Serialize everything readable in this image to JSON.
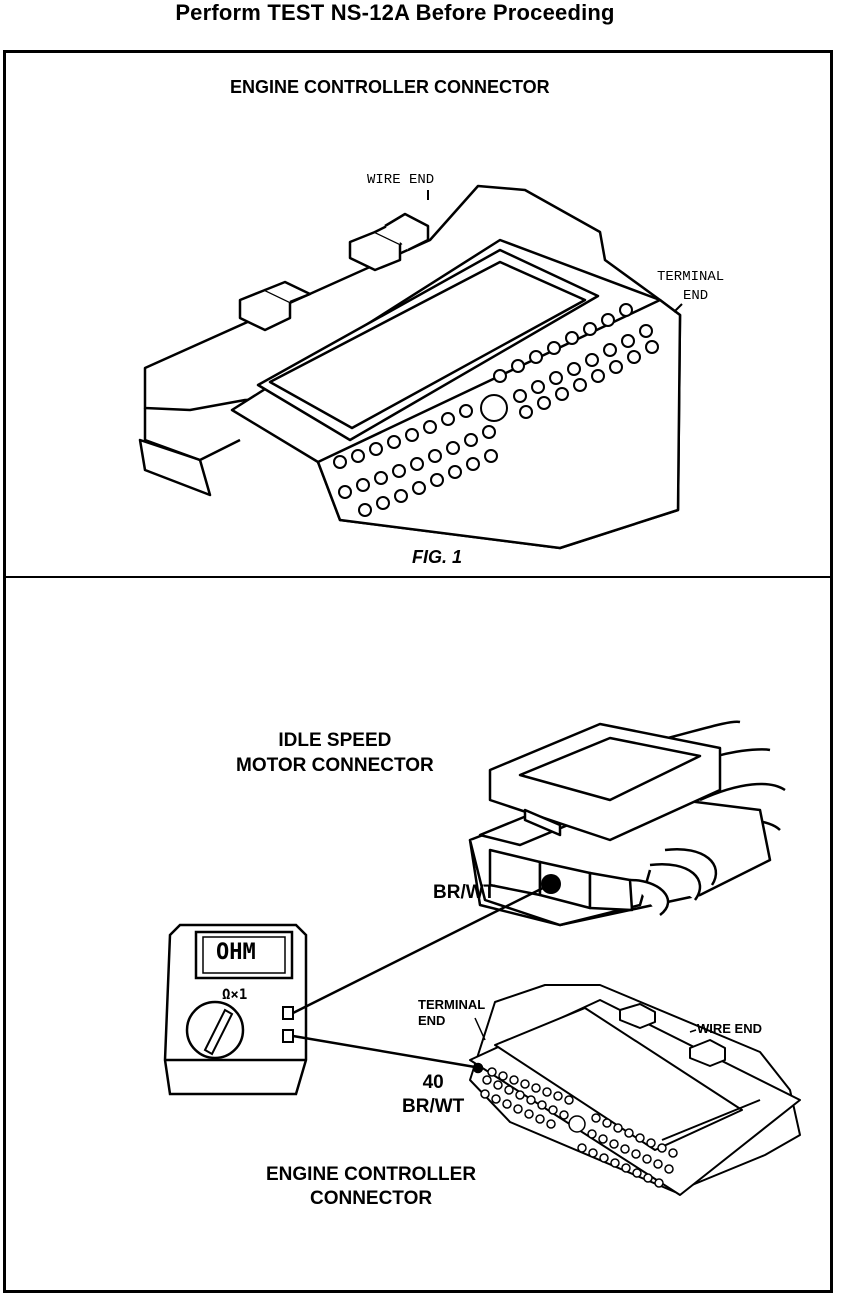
{
  "header": {
    "title": "Perform TEST NS-12A Before Proceeding"
  },
  "figure1": {
    "title": "ENGINE CONTROLLER CONNECTOR",
    "wire_end_label": "WIRE END",
    "terminal_end_label_line1": "TERMINAL",
    "terminal_end_label_line2": "END",
    "caption": "FIG. 1"
  },
  "figure2": {
    "isc_label_line1": "IDLE SPEED",
    "isc_label_line2": "MOTOR CONNECTOR",
    "isc_wire_label": "BR/WT",
    "meter_display": "OHM",
    "meter_range": "Ω×1",
    "terminal_end_label_line1": "TERMINAL",
    "terminal_end_label_line2": "END",
    "wire_end_label": "WIRE END",
    "pin_number": "40",
    "pin_wire_label": "BR/WT",
    "ecc_label_line1": "ENGINE CONTROLLER",
    "ecc_label_line2": "CONNECTOR"
  }
}
